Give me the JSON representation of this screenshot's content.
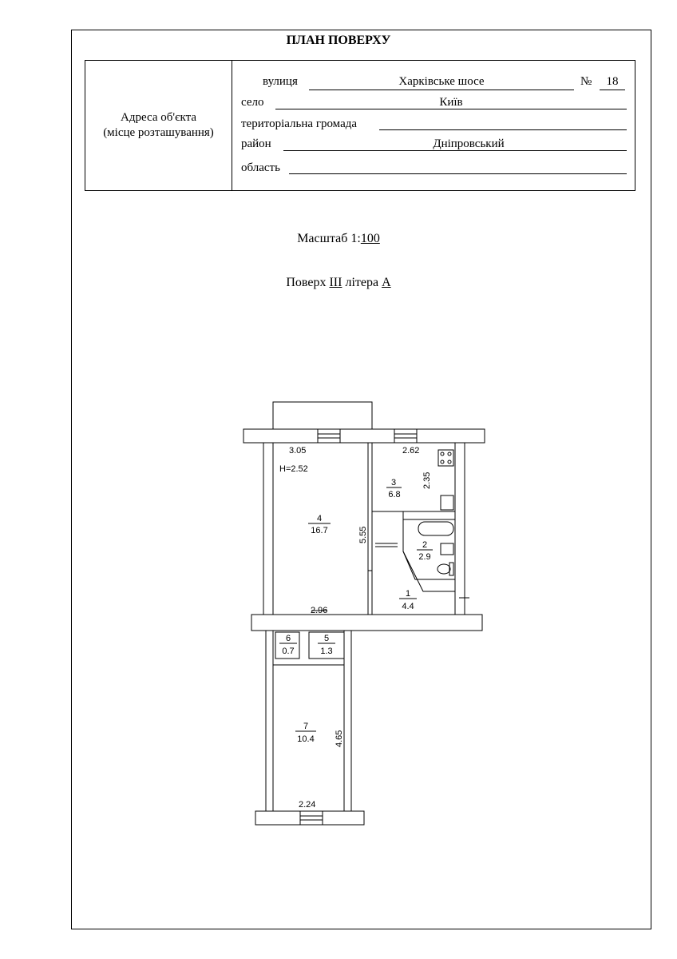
{
  "doc": {
    "title": "ПЛАН ПОВЕРХУ",
    "address_label_line1": "Адреса об'єкта",
    "address_label_line2": "(місце розташування)"
  },
  "address": {
    "street_label": "вулиця",
    "street_value": "Харківське шосе",
    "number_label": "№",
    "number_value": "18",
    "village_label": "село",
    "village_value": "Київ",
    "community_label": "територіальна громада",
    "community_value": "",
    "district_label": "район",
    "district_value": "Дніпровський",
    "region_label": "область",
    "region_value": ""
  },
  "scale": {
    "label": "Масштаб 1:",
    "value": "100"
  },
  "floor": {
    "label": "Поверх ",
    "value": "III",
    "letter_label": " літера ",
    "letter_value": "А"
  },
  "plan": {
    "height_note": "H=2.52",
    "dimensions": {
      "d305": "3.05",
      "d262": "2.62",
      "d235": "2.35",
      "d555": "5.55",
      "d296": "2.96",
      "d465": "4.65",
      "d224": "2.24"
    },
    "rooms": [
      {
        "num": "1",
        "area": "4.4"
      },
      {
        "num": "2",
        "area": "2.9"
      },
      {
        "num": "3",
        "area": "6.8"
      },
      {
        "num": "4",
        "area": "16.7"
      },
      {
        "num": "5",
        "area": "1.3"
      },
      {
        "num": "6",
        "area": "0.7"
      },
      {
        "num": "7",
        "area": "10.4"
      }
    ]
  }
}
